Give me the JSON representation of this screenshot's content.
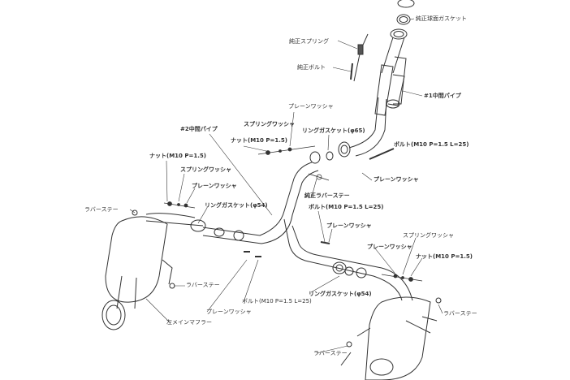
{
  "labels": [
    "純正球面ガスケット",
    "純正スプリング",
    "純正ボルト",
    "#1中間パイプ",
    "プレーンワッシャ",
    "スプリングワッシャ",
    "リングガスケット(φ65)",
    "#2中間パイプ",
    "ナット(M10 P=1.5)",
    "ボルト(M10 P=1.5 L=25)",
    "ナット(M10 P=1.5)",
    "スプリングワッシャ",
    "プレーンワッシャ",
    "プレーンワッシャ",
    "純正ラバーステー",
    "リングガスケット(φ54)",
    "ボルト(M10 P=1.5 L=25)",
    "ラバーステー",
    "プレーンワッシャ",
    "スプリングワッシャ",
    "プレーンワッシャ",
    "ナット(M10 P=1.5)",
    "ラバーステー",
    "リングガスケット(φ54)",
    "ボルト(M10 P=1.5 L=25)",
    "プレーンワッシャ",
    "左メインマフラー",
    "ラバーステー",
    "ラバーステー"
  ]
}
